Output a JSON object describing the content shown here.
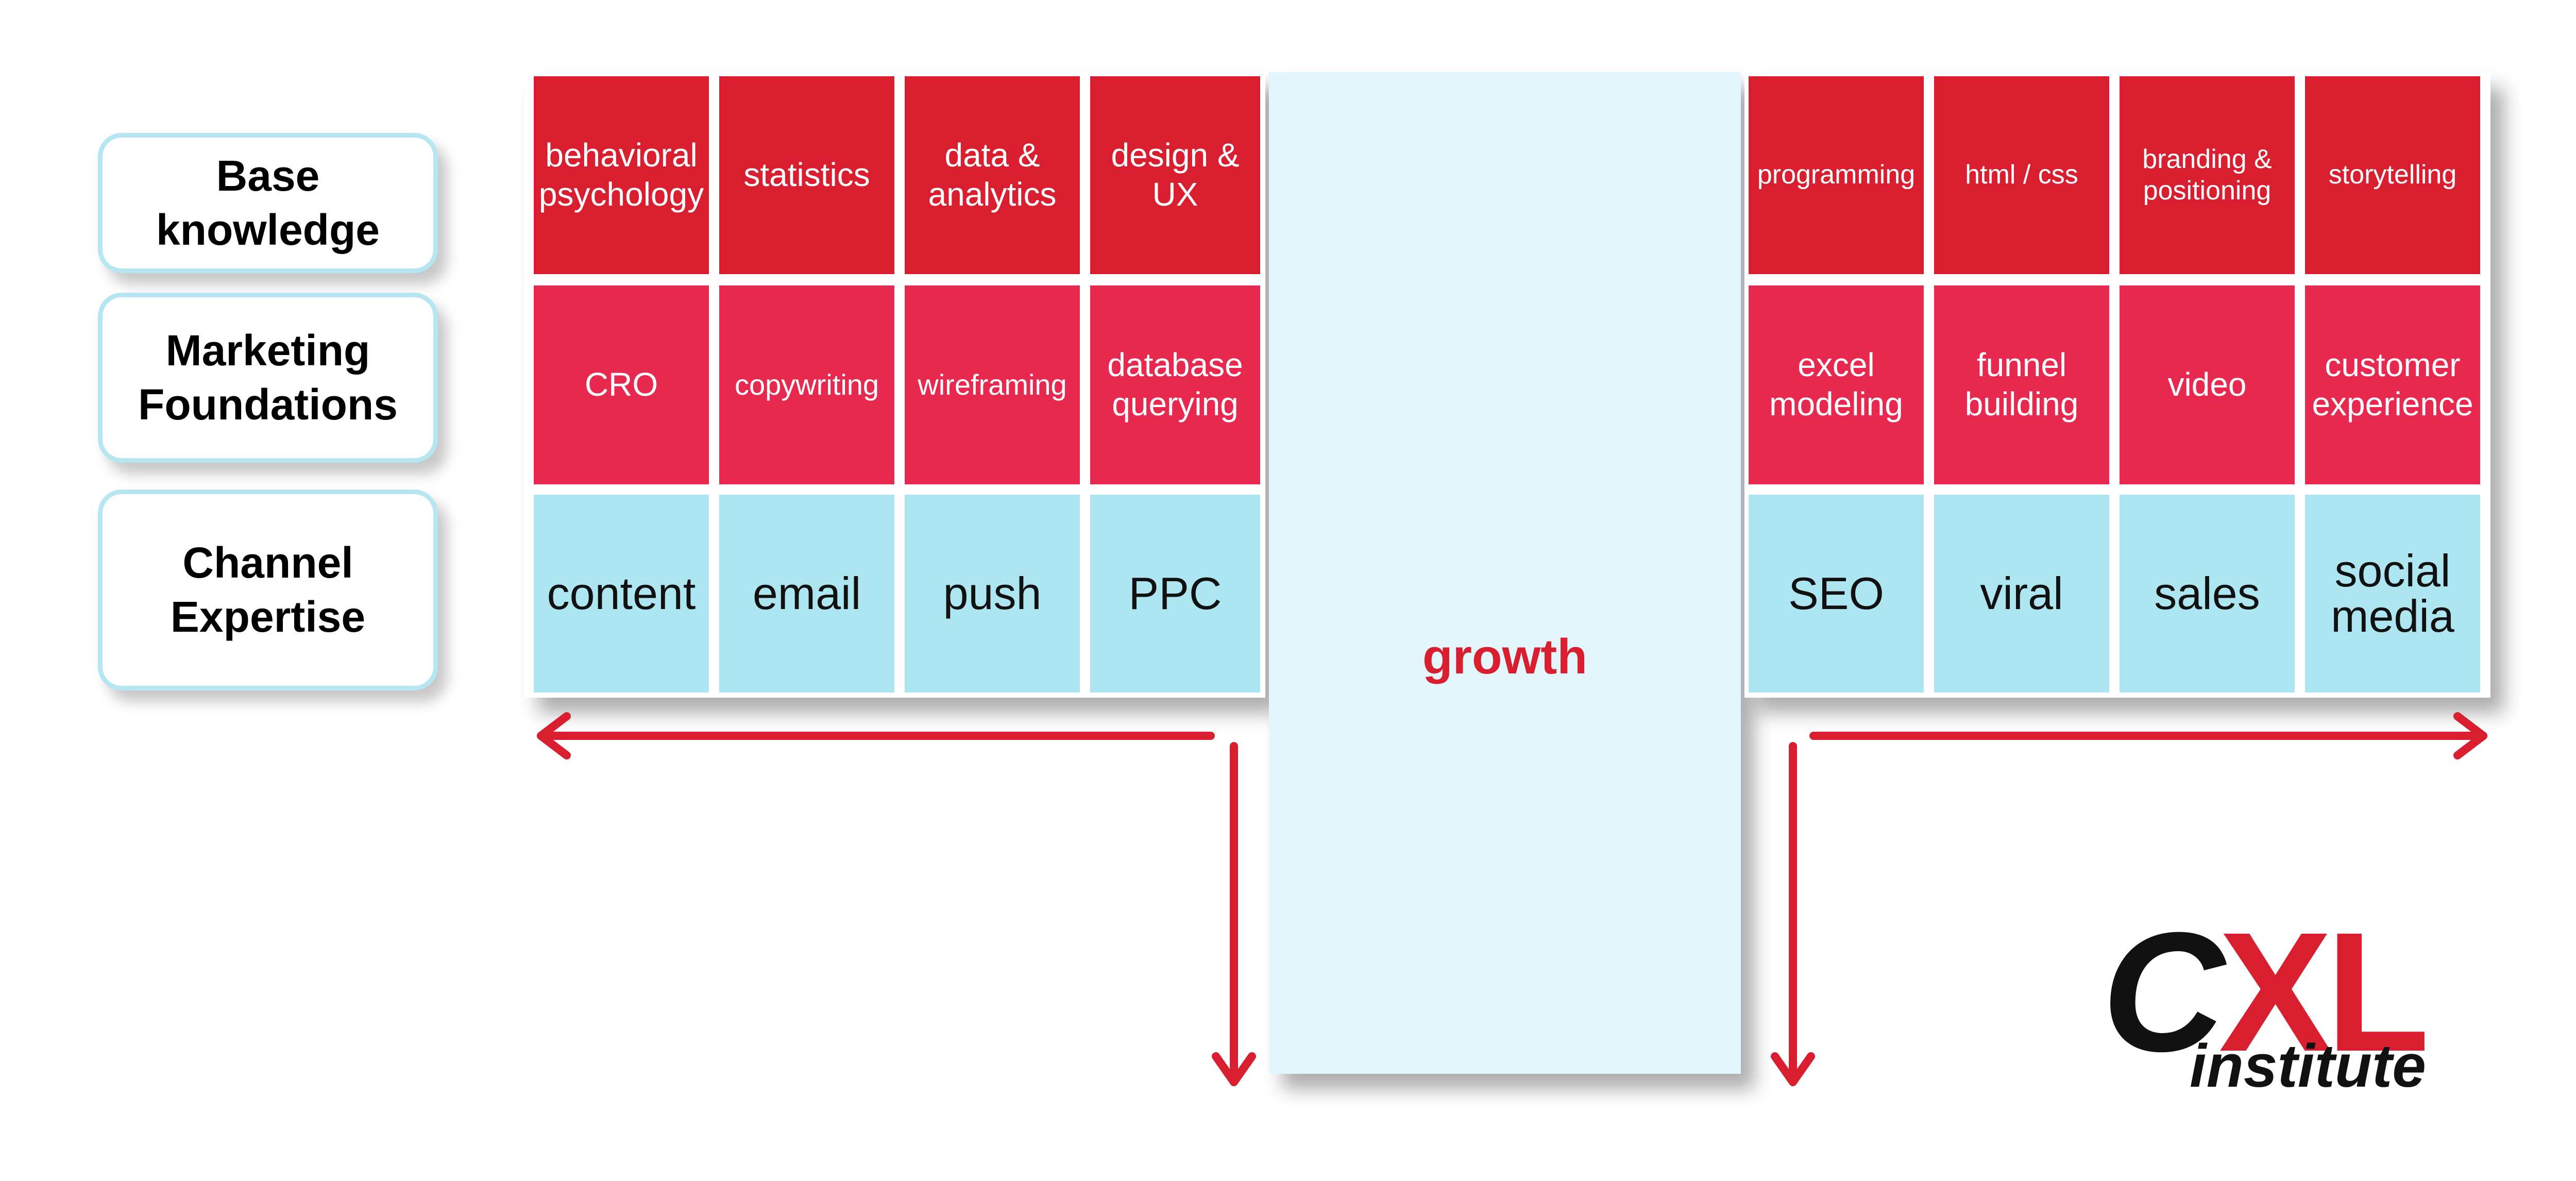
{
  "row_labels": [
    "Base\nknowledge",
    "Marketing\nFoundations",
    "Channel\nExpertise"
  ],
  "left_grid": {
    "base": [
      "behavioral\npsychology",
      "statistics",
      "data &\nanalytics",
      "design &\nUX"
    ],
    "marketing": [
      "CRO",
      "copywriting",
      "wireframing",
      "database\nquerying"
    ],
    "channels": [
      "content",
      "email",
      "push",
      "PPC"
    ]
  },
  "center": {
    "label": "growth"
  },
  "right_grid": {
    "base": [
      "programming",
      "html / css",
      "branding &\npositioning",
      "storytelling"
    ],
    "marketing": [
      "excel\nmodeling",
      "funnel\nbuilding",
      "video",
      "customer\nexperience"
    ],
    "channels": [
      "SEO",
      "viral",
      "sales",
      "social\nmedia"
    ]
  },
  "logo": {
    "mark_c": "C",
    "mark_xl": "XL",
    "subtitle": "institute"
  },
  "colors": {
    "base_red": "#d91f2f",
    "marketing_pink": "#e8294f",
    "channel_blue": "#ade5f0",
    "growth_bg": "#e3f6fc",
    "arrow_red": "#d91f2f",
    "label_border": "#b6e6f1"
  }
}
